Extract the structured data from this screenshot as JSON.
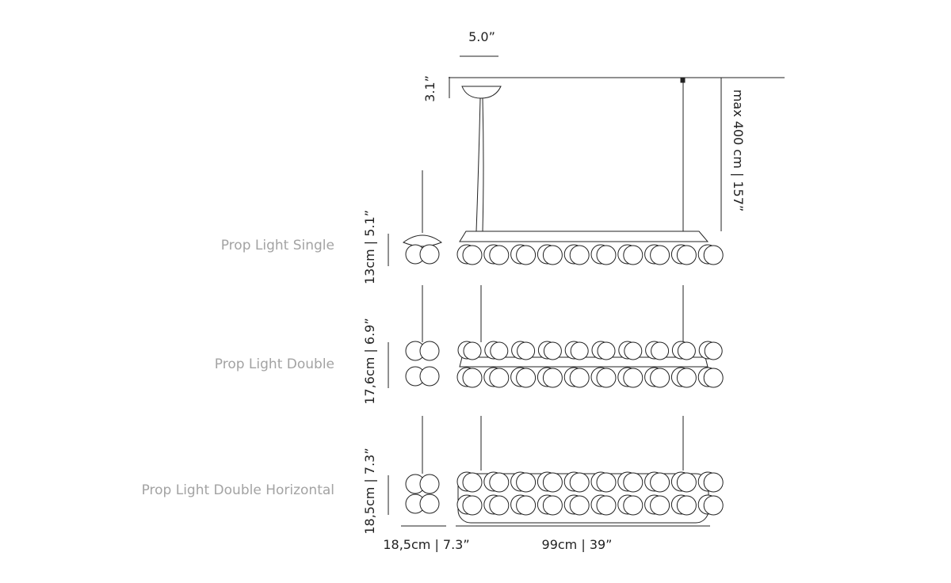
{
  "variants": [
    {
      "label": "Prop Light Single",
      "height_label": "13cm | 5.1”"
    },
    {
      "label": "Prop Light Double",
      "height_label": "17,6cm | 6.9”"
    },
    {
      "label": "Prop Light Double Horizontal",
      "height_label": "18,5cm | 7.3”"
    }
  ],
  "dimensions": {
    "canopy_width": "5.0”",
    "canopy_height": "3.1”",
    "max_suspension": "max 400 cm | 157”",
    "depth": "18,5cm | 7.3”",
    "length": "99cm | 39”"
  },
  "colors": {
    "line": "#222222",
    "label": "#a3a3a3",
    "dim_text": "#222222"
  }
}
